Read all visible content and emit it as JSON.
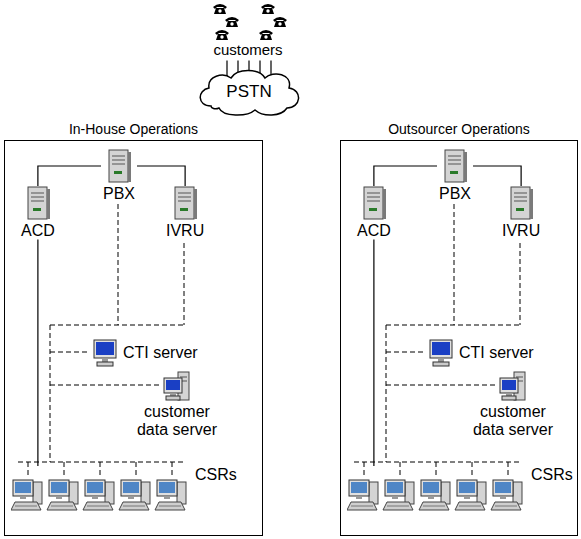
{
  "diagram": {
    "nodes": [
      {
        "text": [
          "customers"
        ]
      },
      {
        "text": [
          "PSTN"
        ]
      },
      {
        "text": [
          "In-House Operations"
        ]
      },
      {
        "text": [
          "PBX"
        ],
        "in": 2
      },
      {
        "text": [
          "ACD"
        ],
        "in": 2
      },
      {
        "text": [
          "IVRU"
        ],
        "in": 2
      },
      {
        "text": [
          "CTI server"
        ],
        "in": 2
      },
      {
        "text": [
          "customer data server"
        ],
        "in": 2
      },
      {
        "text": [
          "CSRs"
        ],
        "in": 2
      },
      {
        "text": [
          "Outsourcer Operations"
        ]
      },
      {
        "text": [
          "PBX"
        ],
        "in": 9
      },
      {
        "text": [
          "ACD"
        ],
        "in": 9
      },
      {
        "text": [
          "IVRU"
        ],
        "in": 9
      },
      {
        "text": [
          "CTI server"
        ],
        "in": 9
      },
      {
        "text": [
          "customer data server"
        ],
        "in": 9
      },
      {
        "text": [
          "CSRs"
        ],
        "in": 9
      }
    ],
    "edges": [
      {
        "from": 0,
        "to": 1,
        "arrow": "none"
      },
      {
        "from": 4,
        "to": 3,
        "arrow": "none"
      },
      {
        "from": 3,
        "to": 5,
        "arrow": "none"
      },
      {
        "from": 4,
        "to": 8,
        "arrow": "none"
      },
      {
        "from": 11,
        "to": 10,
        "arrow": "none"
      },
      {
        "from": 10,
        "to": 12,
        "arrow": "none"
      },
      {
        "from": 11,
        "to": 15,
        "arrow": "none"
      }
    ]
  }
}
